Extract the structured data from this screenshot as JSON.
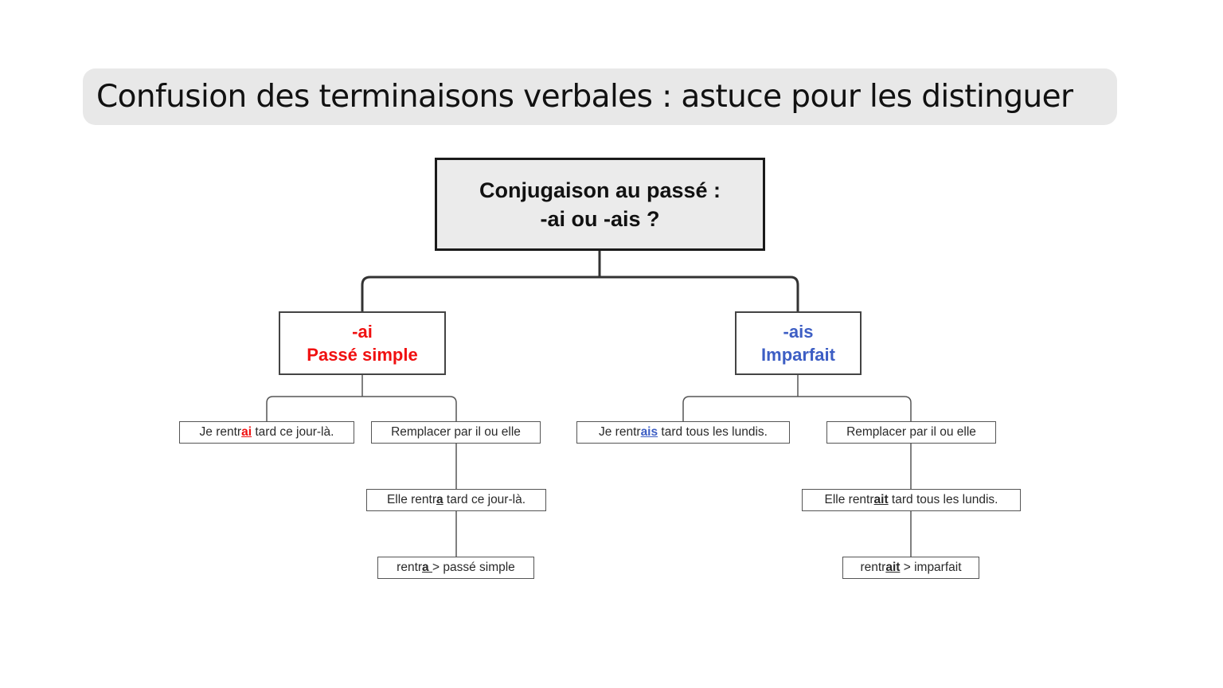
{
  "header": {
    "title": "Confusion des terminaisons verbales : astuce pour les distinguer"
  },
  "diagram": {
    "root": {
      "line1": "Conjugaison au passé :",
      "line2": "-ai ou -ais ?"
    },
    "branches": [
      {
        "ending": "-ai",
        "tense": "Passé simple",
        "color": "#f01010",
        "example": {
          "before": "Je rentr",
          "highlight": "ai",
          "after": " tard ce jour-là."
        },
        "tip": "Remplacer par il ou elle",
        "replaced": {
          "before": "Elle rentr",
          "highlight": "a",
          "after": " tard ce jour-là."
        },
        "conclusion": {
          "before": "rentr",
          "highlight": "a ",
          "after": "> passé simple"
        }
      },
      {
        "ending": "-ais",
        "tense": "Imparfait",
        "color": "#3d5ec4",
        "example": {
          "before": "Je rentr",
          "highlight": "ais",
          "after": " tard tous les lundis."
        },
        "tip": "Remplacer par il ou elle",
        "replaced": {
          "before": "Elle rentr",
          "highlight": "ait",
          "after": " tard tous les lundis."
        },
        "conclusion": {
          "before": "rentr",
          "highlight": "ait",
          "after": " > imparfait"
        }
      }
    ]
  }
}
